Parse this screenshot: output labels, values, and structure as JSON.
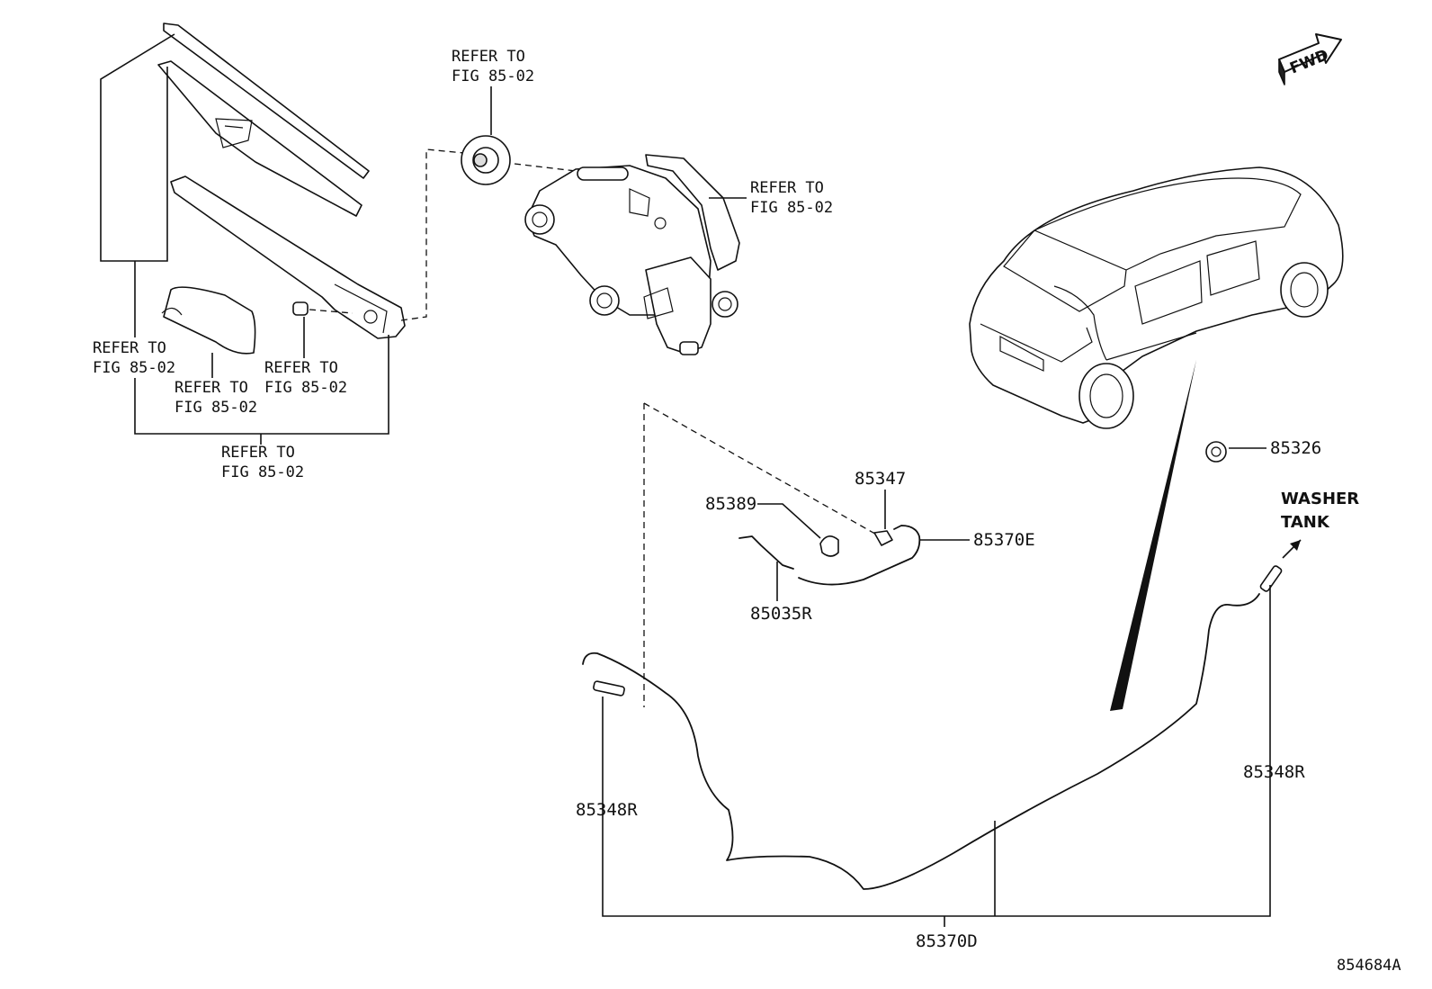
{
  "refer": {
    "top_center": [
      "REFER TO",
      "FIG 85-02"
    ],
    "motor": [
      "REFER TO",
      "FIG 85-02"
    ],
    "left": [
      "REFER TO",
      "FIG 85-02"
    ],
    "cap": [
      "REFER TO",
      "FIG 85-02"
    ],
    "nut": [
      "REFER TO",
      "FIG 85-02"
    ],
    "bottom": [
      "REFER TO",
      "FIG 85-02"
    ]
  },
  "parts": {
    "p85326": "85326",
    "p85347": "85347",
    "p85389": "85389",
    "p85370E": "85370E",
    "p85035R": "85035R",
    "p85348R_left": "85348R",
    "p85348R_right": "85348R",
    "p85370D": "85370D"
  },
  "washer_tank": [
    "WASHER",
    "TANK"
  ],
  "fwd_badge": "FWD",
  "diagram_code": "854684A"
}
